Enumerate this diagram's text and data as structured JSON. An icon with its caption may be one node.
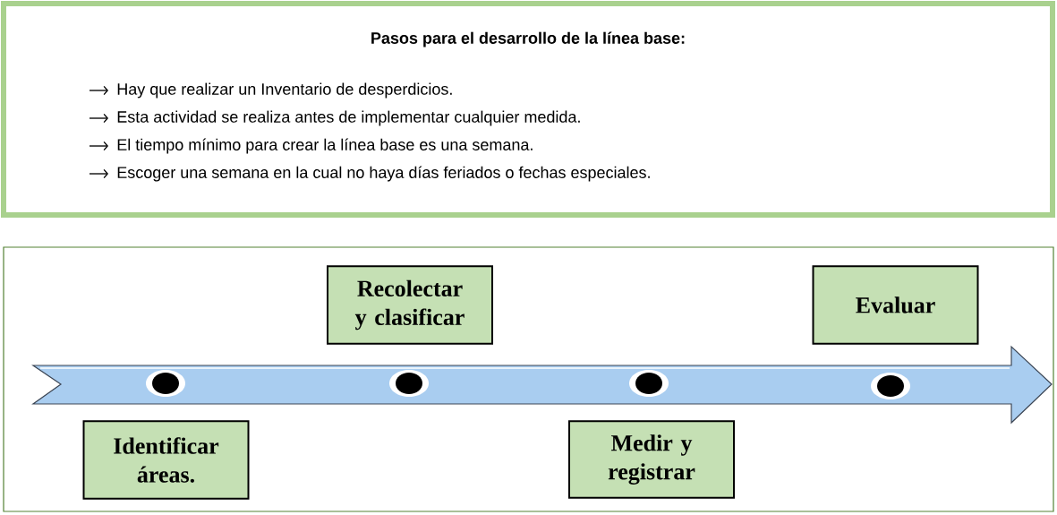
{
  "diagram": {
    "nodes": [
      {
        "text": [
          "Pasos para el desarrollo de la línea base:",
          "Hay que realizar un Inventario de desperdicios.",
          "Esta actividad se realiza antes de implementar cualquier medida.",
          "El tiempo mínimo para crear la línea base es una semana.",
          "Escoger una semana en la cual no haya días feriados o fechas especiales."
        ]
      },
      {
        "text": [
          "Recolectar y clasificar"
        ]
      },
      {
        "text": [
          "Evaluar"
        ]
      },
      {
        "text": [
          "Identificar áreas."
        ]
      },
      {
        "text": [
          "Medir y registrar"
        ]
      }
    ]
  }
}
